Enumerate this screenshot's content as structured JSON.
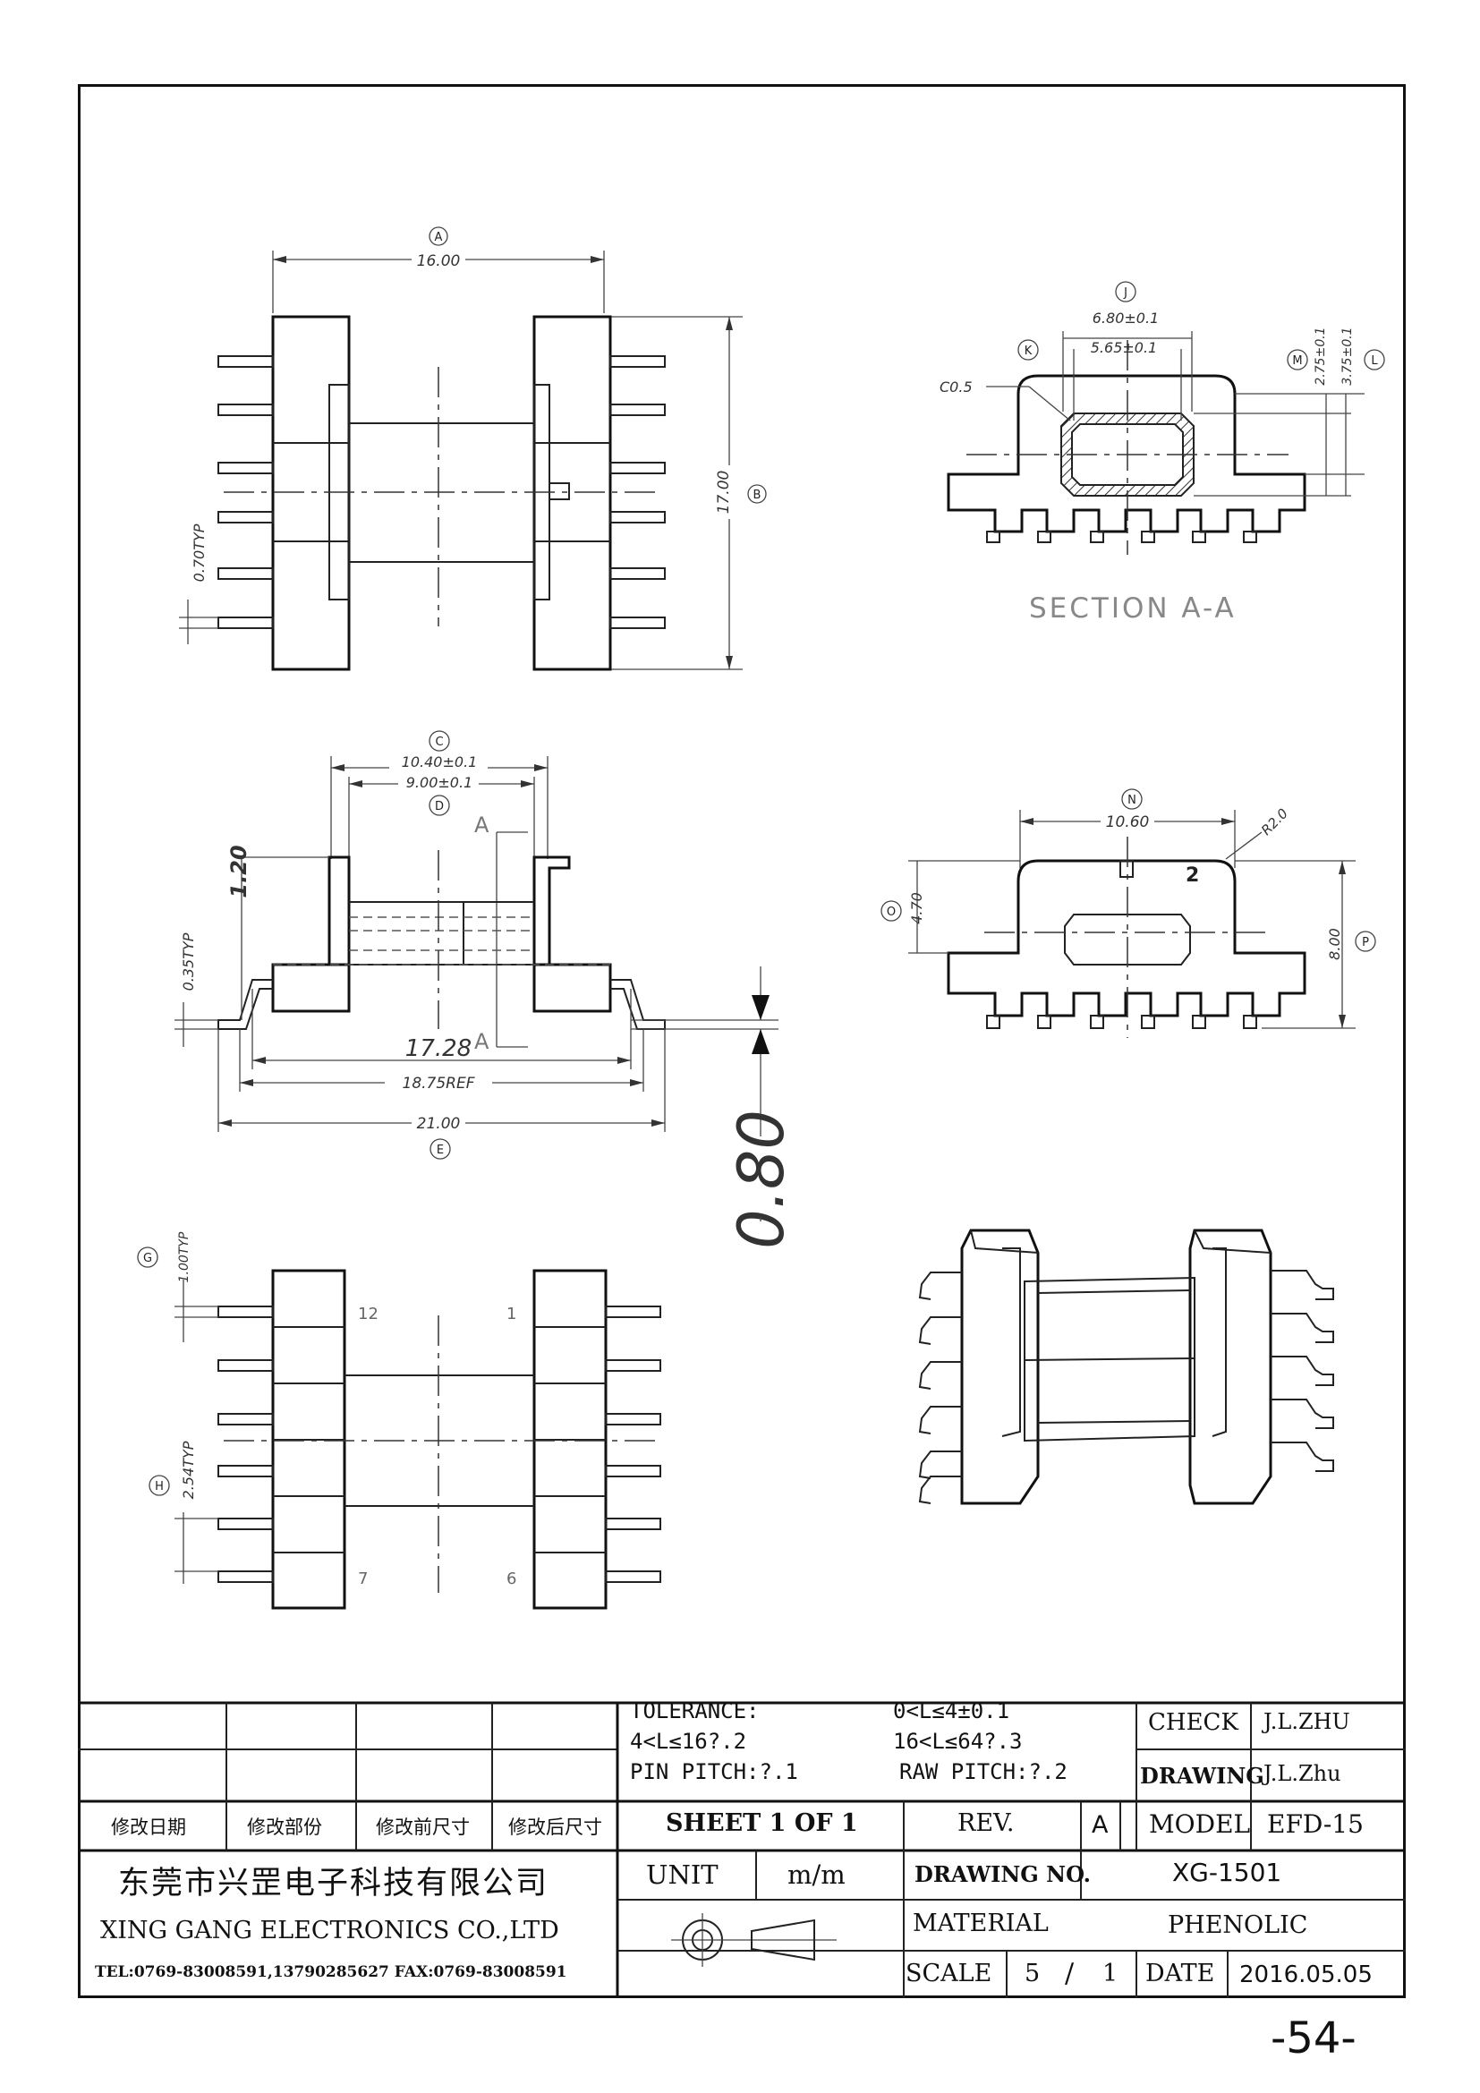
{
  "top_view": {
    "width_label": "A",
    "width_value": "16.00",
    "height_label": "B",
    "height_value": "17.00",
    "pin_label": "0.70TYP"
  },
  "section_view": {
    "label_j": "J",
    "value_j": "6.80±0.1",
    "label_k": "K",
    "value_k": "5.65±0.1",
    "label_m": "M",
    "value_m": "2.75±0.1",
    "label_l": "L",
    "value_l": "3.75±0.1",
    "chamfer": "C0.5",
    "caption": "SECTION A-A"
  },
  "side_view": {
    "label_c": "C",
    "value_c": "10.40±0.1",
    "label_d": "D",
    "value_d": "9.00±0.1",
    "value_120": "1.20",
    "value_035": "0.35TYP",
    "value_1728": "17.28",
    "value_1875": "18.75REF",
    "label_e": "E",
    "value_e": "21.00",
    "section_mark": "A",
    "big_value": "0.80"
  },
  "end_view": {
    "label_n": "N",
    "value_n": "10.60",
    "radius": "R2.0",
    "label_o": "O",
    "value_o": "4.70",
    "label_p": "P",
    "value_p": "8.00",
    "pin_mark": "2"
  },
  "bottom_view": {
    "label_g": "G",
    "value_g": "1.00TYP",
    "label_h": "H",
    "value_h": "2.54TYP",
    "pin_12": "12",
    "pin_1": "1",
    "pin_7": "7",
    "pin_6": "6"
  },
  "title_block": {
    "tolerance_title": "TOLERANCE:",
    "tol_1": "0<L≤4±0.1",
    "tol_2": "4<L≤16?.2",
    "tol_3": "16<L≤64?.3",
    "pin_pitch": "PIN PITCH:?.1",
    "raw_pitch": "RAW PITCH:?.2",
    "check_label": "CHECK",
    "check_value": "J.L.ZHU",
    "drawing_label": "DRAWING",
    "drawing_value": "J.L.Zhu",
    "rev_headers": [
      "修改日期",
      "修改部份",
      "修改前尺寸",
      "修改后尺寸"
    ],
    "sheet": "SHEET 1 OF 1",
    "rev_label": "REV.",
    "rev_value": "A",
    "model_label": "MODEL",
    "model_value": "EFD-15",
    "company_cn": "东莞市兴罡电子科技有限公司",
    "company_en": "XING GANG ELECTRONICS CO.,LTD",
    "contact": "TEL:0769-83008591,13790285627 FAX:0769-83008591",
    "unit_label": "UNIT",
    "unit_value": "m/m",
    "drawing_no_label": "DRAWING NO.",
    "drawing_no_value": "XG-1501",
    "material_label": "MATERIAL",
    "material_value": "PHENOLIC",
    "scale_label": "SCALE",
    "scale_num": "5",
    "scale_sep": "/",
    "scale_den": "1",
    "date_label": "DATE",
    "date_value": "2016.05.05"
  },
  "page_number": "-54-"
}
